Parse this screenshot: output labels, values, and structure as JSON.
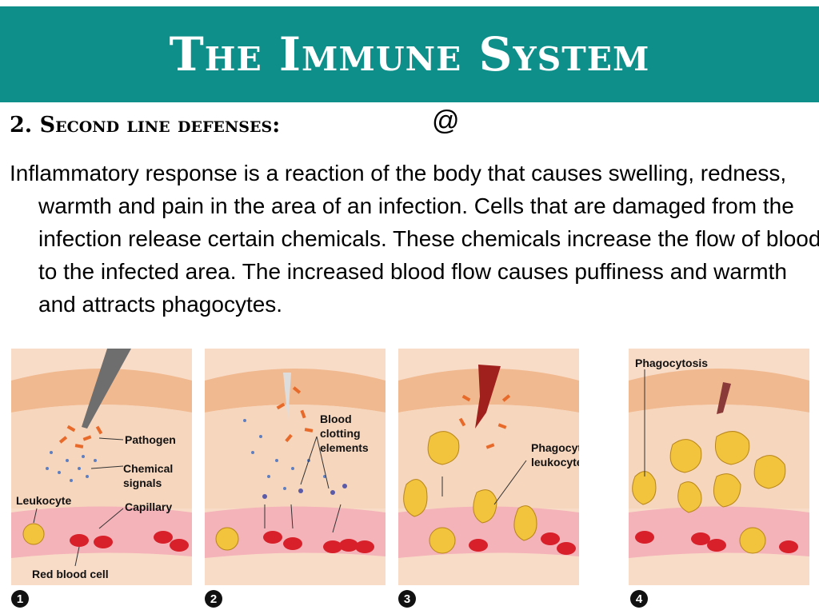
{
  "slide": {
    "title": "The Immune System",
    "subtitle": "2. Second line defenses:",
    "at_symbol": "@",
    "paragraph": "Inflammatory response is a reaction of the body that causes swelling, redness, warmth and pain in the area of an infection. Cells that are damaged from the infection release certain chemicals. These chemicals increase the flow of blood to the infected area. The increased blood flow causes puffiness and warmth and attracts phagocytes."
  },
  "figure": {
    "panel1": {
      "number": "1",
      "labels": {
        "pathogen": "Pathogen",
        "chemical_signals_1": "Chemical",
        "chemical_signals_2": "signals",
        "leukocyte": "Leukocyte",
        "capillary": "Capillary",
        "red_blood_cell": "Red blood cell"
      }
    },
    "panel2": {
      "number": "2",
      "labels": {
        "blood_clotting_1": "Blood",
        "blood_clotting_2": "clotting",
        "blood_clotting_3": "elements"
      }
    },
    "panel3": {
      "number": "3",
      "labels": {
        "phagocytic_1": "Phagocytic",
        "phagocytic_2": "leukocyte"
      }
    },
    "panel4": {
      "number": "4",
      "labels": {
        "phagocytosis": "Phagocytosis"
      }
    }
  },
  "colors": {
    "title_bar": "#0f8f8a",
    "skin": "#f3c9a4",
    "capillary": "#f4b3b8",
    "red_cell": "#d8202a",
    "bacteria": "#e86a2a",
    "leukocyte": "#f2c33c"
  }
}
